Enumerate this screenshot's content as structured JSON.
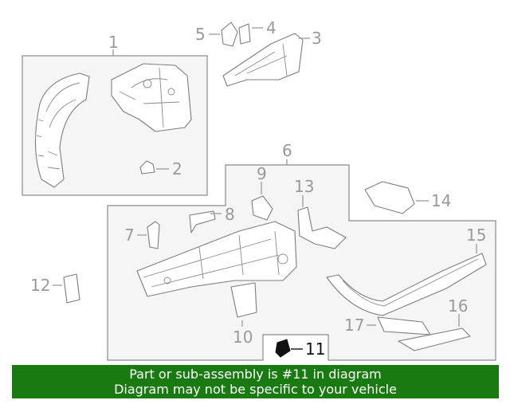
{
  "diagram": {
    "callouts": {
      "c1": "1",
      "c2": "2",
      "c3": "3",
      "c4": "4",
      "c5": "5",
      "c6": "6",
      "c7": "7",
      "c8": "8",
      "c9": "9",
      "c10": "10",
      "c11": "11",
      "c12": "12",
      "c13": "13",
      "c14": "14",
      "c15": "15",
      "c16": "16",
      "c17": "17"
    },
    "highlighted_part": "11",
    "colors": {
      "banner_bg": "#1a7a12",
      "banner_text": "#ffffff",
      "line_art": "#8a8a8a",
      "highlight": "#111111"
    }
  },
  "banner": {
    "line1": "Part or sub-assembly is #11 in diagram",
    "line2": "Diagram may not be specific to your vehicle"
  }
}
